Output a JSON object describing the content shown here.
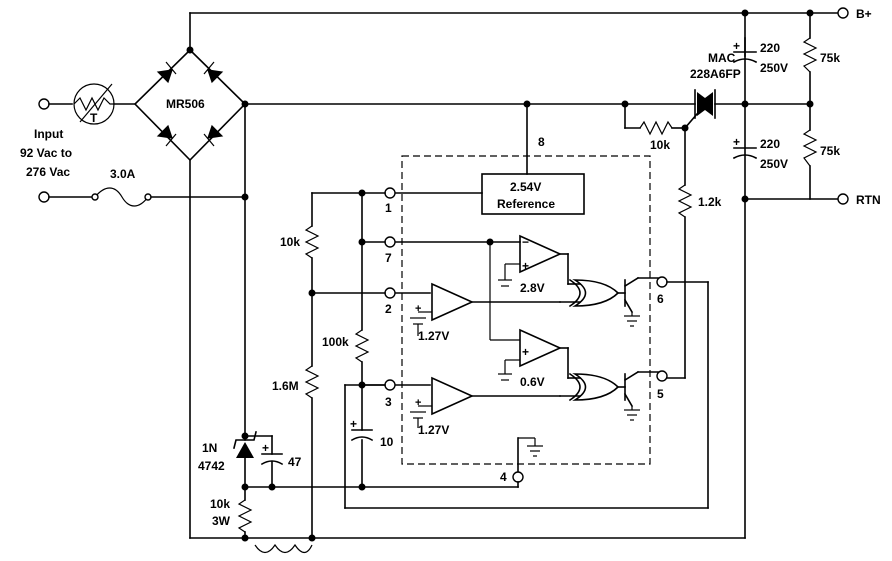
{
  "labels": {
    "b_plus": "B+",
    "rtn": "RTN",
    "input_line1": "Input",
    "input_line2": "92 Vac to",
    "input_line3": "276 Vac",
    "fuse": "3.0A",
    "bridge": "MR506",
    "thermistor": "T",
    "triac_line1": "MAC",
    "triac_line2": "228A6FP",
    "cap_top_line1": "220",
    "cap_top_line2": "250V",
    "cap_bot_line1": "220",
    "cap_bot_line2": "250V",
    "res_75k_top": "75k",
    "res_75k_bot": "75k",
    "res_10k_gate": "10k",
    "res_1_2k": "1.2k",
    "ref_line1": "2.54V",
    "ref_line2": "Reference",
    "pin1": "1",
    "pin2": "2",
    "pin3": "3",
    "pin4": "4",
    "pin5": "5",
    "pin6": "6",
    "pin7": "7",
    "pin8": "8",
    "pin10": "10",
    "res_10k_left": "10k",
    "res_100k": "100k",
    "res_1_6m": "1.6M",
    "zener_line1": "1N",
    "zener_line2": "4742",
    "cap_47": "47",
    "res_10k_3w_line1": "10k",
    "res_10k_3w_line2": "3W",
    "v_2_8": "2.8V",
    "v_0_6": "0.6V",
    "v_1_27_a": "1.27V",
    "v_1_27_b": "1.27V",
    "plus_sign": "+",
    "minus_sign": "−"
  }
}
